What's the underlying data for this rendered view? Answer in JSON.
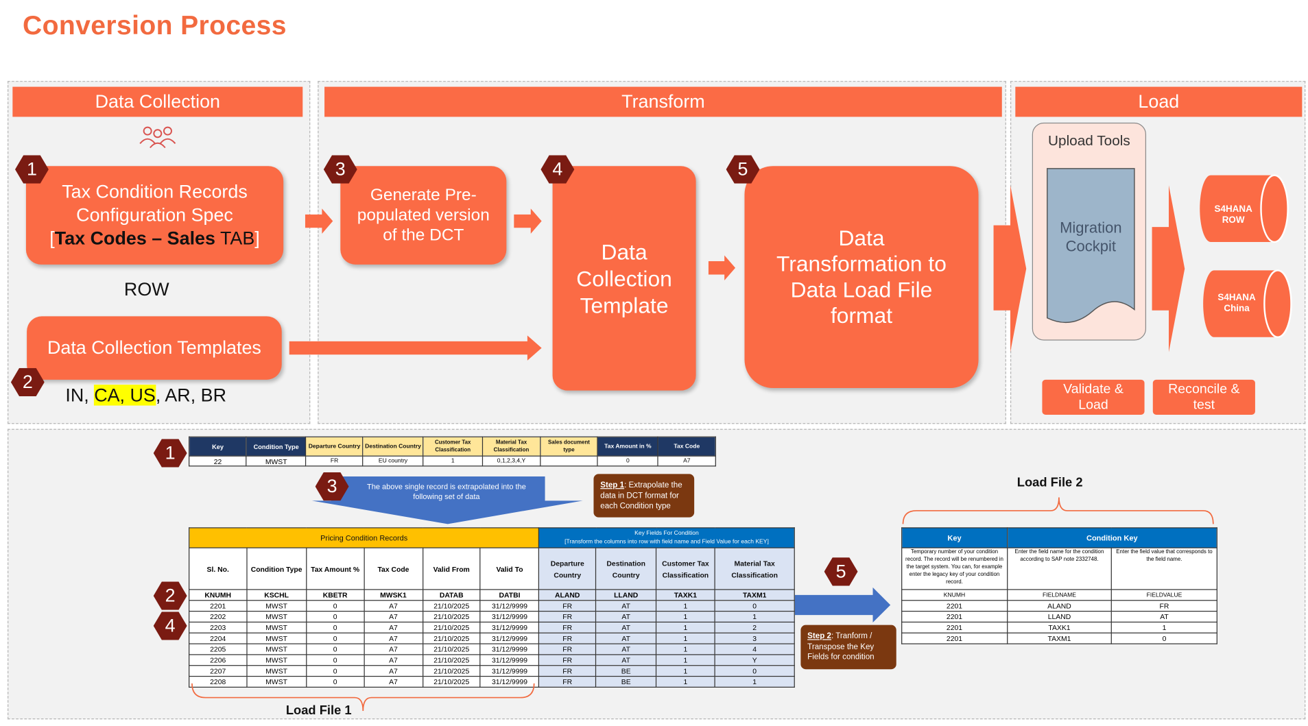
{
  "title": "Conversion Process",
  "phases": {
    "data_collection": "Data Collection",
    "transform": "Transform",
    "load": "Load"
  },
  "steps": {
    "s1": "1",
    "s2": "2",
    "s3": "3",
    "s4": "4",
    "s5": "5"
  },
  "boxes": {
    "tax_condition": {
      "line1": "Tax Condition Records",
      "line2": "Configuration Spec",
      "line3_open": "[",
      "line3_bold": "Tax Codes – Sales",
      "line3_tab": " TAB",
      "line3_close": "]"
    },
    "row_label": "ROW",
    "dct_templates": "Data Collection Templates",
    "countries": {
      "in": "IN, ",
      "ca_us": "CA, US",
      "rest": ", AR, BR"
    },
    "generate": [
      "Generate Pre-",
      "populated version",
      "of the DCT"
    ],
    "dct": [
      "Data",
      "Collection",
      "Template"
    ],
    "transformation": [
      "Data",
      "Transformation to",
      "Data Load File",
      "format"
    ],
    "upload_tools": "Upload Tools",
    "migration_cockpit": [
      "Migration",
      "Cockpit"
    ],
    "targets": [
      {
        "line1": "S4HANA",
        "line2": "ROW"
      },
      {
        "line1": "S4HANA",
        "line2": "China"
      }
    ],
    "validate": [
      "Validate &",
      "Load"
    ],
    "reconcile": [
      "Reconcile &",
      "test"
    ]
  },
  "spec_table": {
    "headers": [
      "Key",
      "Condition Type",
      "Departure Country",
      "Destination Country",
      "Customer Tax Classification",
      "Material Tax Classification",
      "Sales document type",
      "Tax Amount in %",
      "Tax Code"
    ],
    "row": [
      "22",
      "MWST",
      "FR",
      "EU country",
      "1",
      "0,1,2,3,4,Y",
      "",
      "0",
      "A7"
    ]
  },
  "callouts": {
    "extrapolate_note": [
      "The above single record is extrapolated into the",
      "following set of data"
    ],
    "step1_label": "Step 1",
    "step1_text": ": Extrapolate the data in DCT format for each Condition type",
    "step2_label": "Step 2",
    "step2_text": ": Tranform / Transpose the Key Fields for condition"
  },
  "load_file1": {
    "label": "Load File 1",
    "group_left": "Pricing Condition Records",
    "group_right": [
      "Key Fields For Condition",
      "[Transform the columns into row with field name and Field Value for each KEY]"
    ],
    "headers": [
      "Sl. No.",
      "Condition Type",
      "Tax Amount %",
      "Tax Code",
      "Valid From",
      "Valid To",
      "Departure Country",
      "Destination Country",
      "Customer Tax Classification",
      "Material Tax Classification"
    ],
    "tech": [
      "KNUMH",
      "KSCHL",
      "KBETR",
      "MWSK1",
      "DATAB",
      "DATBI",
      "ALAND",
      "LLAND",
      "TAXK1",
      "TAXM1"
    ],
    "rows": [
      [
        "2201",
        "MWST",
        "0",
        "A7",
        "21/10/2025",
        "31/12/9999",
        "FR",
        "AT",
        "1",
        "0"
      ],
      [
        "2202",
        "MWST",
        "0",
        "A7",
        "21/10/2025",
        "31/12/9999",
        "FR",
        "AT",
        "1",
        "1"
      ],
      [
        "2203",
        "MWST",
        "0",
        "A7",
        "21/10/2025",
        "31/12/9999",
        "FR",
        "AT",
        "1",
        "2"
      ],
      [
        "2204",
        "MWST",
        "0",
        "A7",
        "21/10/2025",
        "31/12/9999",
        "FR",
        "AT",
        "1",
        "3"
      ],
      [
        "2205",
        "MWST",
        "0",
        "A7",
        "21/10/2025",
        "31/12/9999",
        "FR",
        "AT",
        "1",
        "4"
      ],
      [
        "2206",
        "MWST",
        "0",
        "A7",
        "21/10/2025",
        "31/12/9999",
        "FR",
        "AT",
        "1",
        "Y"
      ],
      [
        "2207",
        "MWST",
        "0",
        "A7",
        "21/10/2025",
        "31/12/9999",
        "FR",
        "BE",
        "1",
        "0"
      ],
      [
        "2208",
        "MWST",
        "0",
        "A7",
        "21/10/2025",
        "31/12/9999",
        "FR",
        "BE",
        "1",
        "1"
      ]
    ]
  },
  "load_file2": {
    "label": "Load File 2",
    "group_key": "Key",
    "group_cond": "Condition Key",
    "desc": [
      "Temporary number of your condition record. The record will be renumbered in the target system. You can, for example enter the legacy key of your condition record.",
      "Enter the field name for the condition according to SAP note 2332748.",
      "Enter the field value that corresponds to the field name."
    ],
    "tech": [
      "KNUMH",
      "FIELDNAME",
      "FIELDVALUE"
    ],
    "rows": [
      [
        "2201",
        "ALAND",
        "FR"
      ],
      [
        "2201",
        "LLAND",
        "AT"
      ],
      [
        "2201",
        "TAXK1",
        "1"
      ],
      [
        "2201",
        "TAXM1",
        "0"
      ]
    ]
  },
  "colors": {
    "accent": "#fb6b45",
    "title": "#f26a3f",
    "badge": "#7a1b12",
    "arrow_blue": "#4472c4",
    "note_brown": "#7b3810",
    "table_navy": "#1f3864",
    "table_blue": "#0070c0",
    "table_gold": "#ffc000"
  }
}
